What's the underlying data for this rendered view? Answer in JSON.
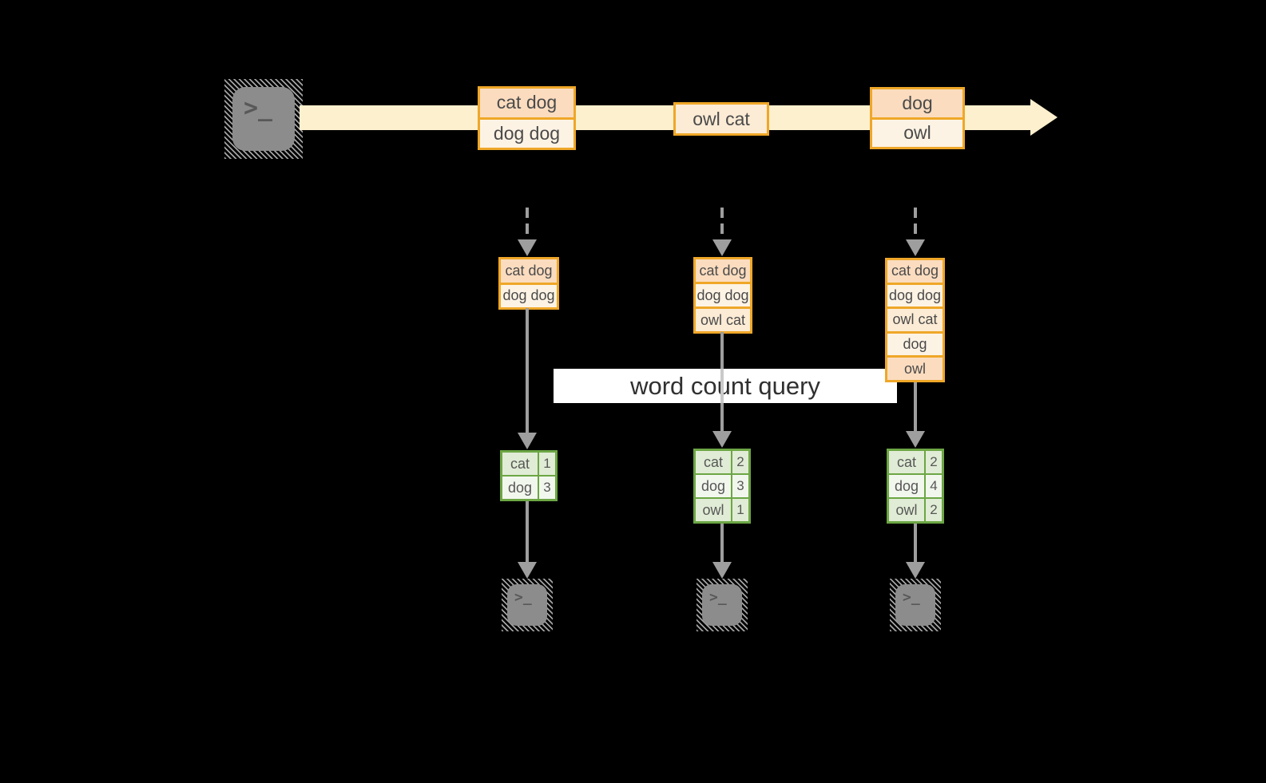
{
  "query_label": "word count query",
  "glyphs": {
    "terminal": ">_"
  },
  "colors": {
    "orange_border": "#EFA728",
    "peach_fill": "#FBDCBF",
    "cream_fill": "#FDF3E4",
    "stream_fill": "#FCF0CE",
    "green_border": "#6CA644",
    "green_light_fill": "#E0ECD5",
    "green_white_fill": "#F2F7EE",
    "arrow_gray": "#9E9E9E"
  },
  "stream": {
    "batches": [
      [
        "cat dog",
        "dog dog"
      ],
      [
        "owl cat"
      ],
      [
        "dog",
        "owl"
      ]
    ]
  },
  "columns": [
    {
      "micro_batch": [
        "cat dog",
        "dog dog"
      ],
      "counts": [
        {
          "word": "cat",
          "count": "1"
        },
        {
          "word": "dog",
          "count": "3"
        }
      ]
    },
    {
      "micro_batch": [
        "cat dog",
        "dog dog",
        "owl cat"
      ],
      "counts": [
        {
          "word": "cat",
          "count": "2"
        },
        {
          "word": "dog",
          "count": "3"
        },
        {
          "word": "owl",
          "count": "1"
        }
      ]
    },
    {
      "micro_batch": [
        "cat dog",
        "dog dog",
        "owl cat",
        "dog",
        "owl"
      ],
      "counts": [
        {
          "word": "cat",
          "count": "2"
        },
        {
          "word": "dog",
          "count": "4"
        },
        {
          "word": "owl",
          "count": "2"
        }
      ]
    }
  ]
}
